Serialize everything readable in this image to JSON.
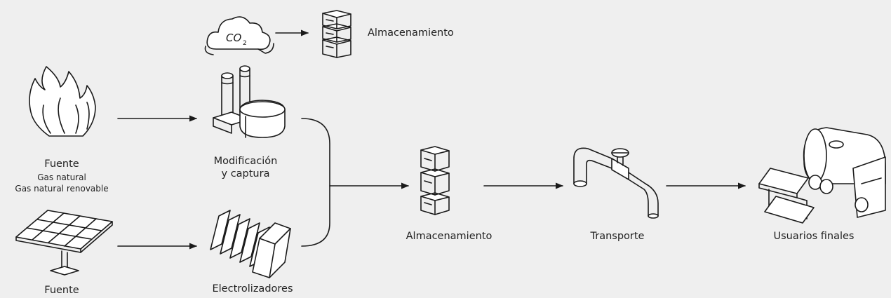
{
  "colors": {
    "background": "#efefef",
    "stroke": "#1a1a1a",
    "fill": "#ffffff"
  },
  "nodes": {
    "co2_storage": {
      "label": "Almacenamiento",
      "icon": "storage-stack-icon"
    },
    "co2_cloud": {
      "icon": "co2-cloud-icon",
      "glyph": "CO",
      "subscript": "2"
    },
    "fuel_source": {
      "title": "Fuente",
      "line1": "Gas natural",
      "line2": "Gas natural renovable",
      "icon": "flame-icon"
    },
    "solar_source": {
      "title": "Fuente",
      "icon": "solar-panel-icon"
    },
    "reforming": {
      "line1": "Modificación",
      "line2": "y captura",
      "icon": "plant-icon"
    },
    "electrolyzers": {
      "label": "Electrolizadores",
      "icon": "electrolyzer-icon"
    },
    "storage": {
      "label": "Almacenamiento",
      "icon": "storage-stack-icon"
    },
    "transport": {
      "label": "Transporte",
      "icon": "pipe-valve-icon"
    },
    "end_users": {
      "label": "Usuarios finales",
      "icon": "tanker-truck-steel-icon"
    }
  }
}
